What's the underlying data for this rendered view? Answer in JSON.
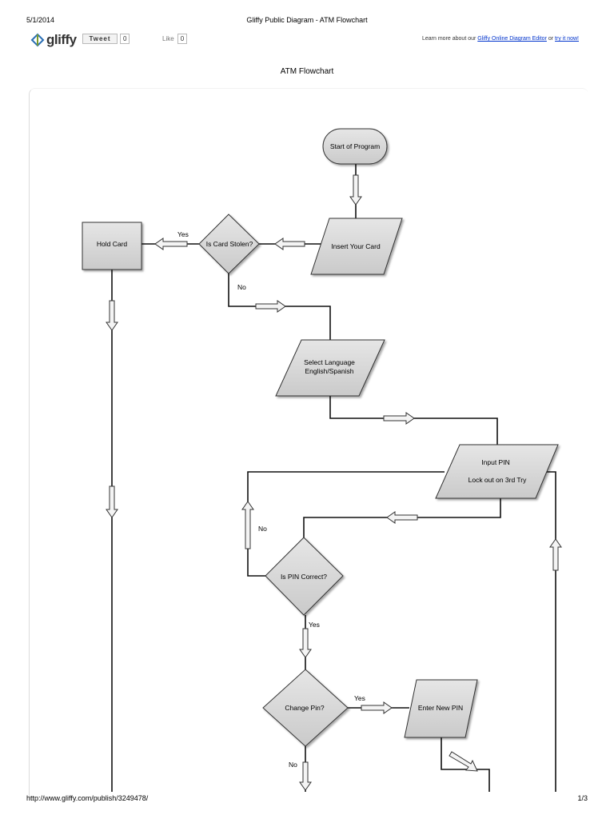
{
  "print_header": {
    "date": "5/1/2014",
    "page_title": "Gliffy Public Diagram - ATM Flowchart"
  },
  "toolbar": {
    "logo_text": "gliffy",
    "tweet_label": "Tweet",
    "tweet_count": "0",
    "like_label": "Like",
    "like_count": "0",
    "learn_prefix": "Learn more about our",
    "editor_link": "Gliffy Online Diagram Editor",
    "learn_or": "or",
    "try_link": "try it now!"
  },
  "diagram": {
    "title": "ATM Flowchart",
    "nodes": {
      "start": "Start of Program",
      "insert_card": "Insert Your Card",
      "card_stolen": "Is Card Stolen?",
      "hold_card": "Hold Card",
      "select_language_1": "Select Language",
      "select_language_2": "English/Spanish",
      "input_pin_1": "Input PIN",
      "input_pin_2": "Lock out on 3rd Try",
      "pin_correct": "Is PIN Correct?",
      "change_pin": "Change Pin?",
      "enter_new_pin": "Enter New PIN"
    },
    "edge_labels": {
      "stolen_yes": "Yes",
      "stolen_no": "No",
      "pin_no": "No",
      "pin_yes": "Yes",
      "change_yes": "Yes",
      "change_no": "No"
    }
  },
  "print_footer": {
    "url": "http://www.gliffy.com/publish/3249478/",
    "page": "1/3"
  }
}
